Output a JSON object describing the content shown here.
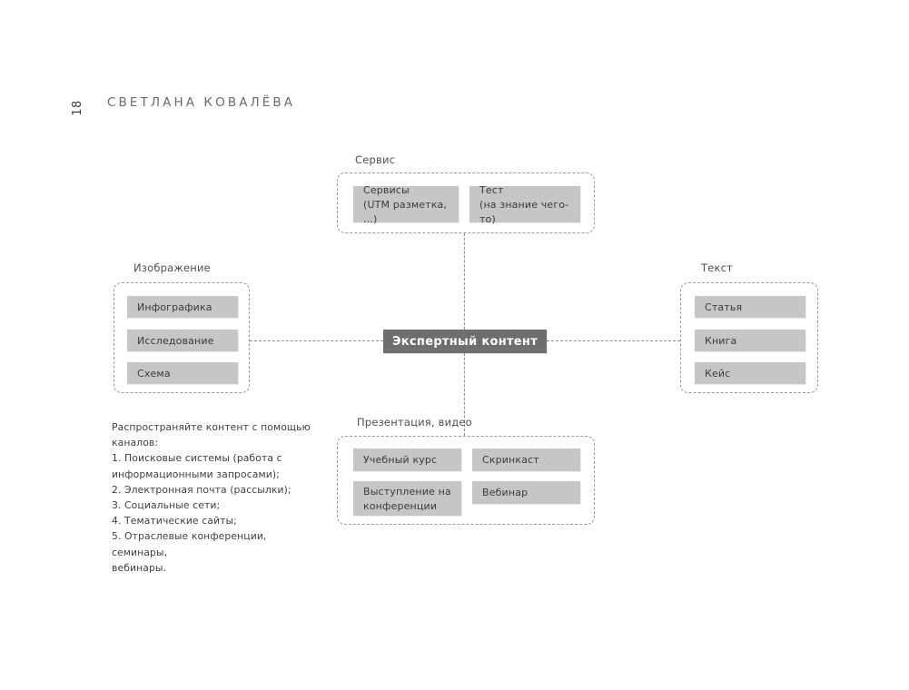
{
  "page": {
    "number": "18",
    "author": "СВЕТЛАНА КОВАЛЁВА"
  },
  "diagram": {
    "center_label": "Экспертный контент",
    "accent_color": "#6e6e6e",
    "chip_color": "#c6c6c6",
    "line_color": "#8f8f8f",
    "groups": [
      {
        "id": "service",
        "label": "Сервис",
        "items": [
          {
            "line1": "Сервисы",
            "line2": "(UTM разметка, ...)"
          },
          {
            "line1": "Тест",
            "line2": "(на знание чего-то)"
          }
        ]
      },
      {
        "id": "image",
        "label": "Изображение",
        "items": [
          {
            "line1": "Инфографика",
            "line2": ""
          },
          {
            "line1": "Исследование",
            "line2": ""
          },
          {
            "line1": "Схема",
            "line2": ""
          }
        ]
      },
      {
        "id": "text",
        "label": "Текст",
        "items": [
          {
            "line1": "Статья",
            "line2": ""
          },
          {
            "line1": "Книга",
            "line2": ""
          },
          {
            "line1": "Кейс",
            "line2": ""
          }
        ]
      },
      {
        "id": "presentation",
        "label": "Презентация, видео",
        "items": [
          {
            "line1": "Учебный курс",
            "line2": ""
          },
          {
            "line1": "Скринкаст",
            "line2": ""
          },
          {
            "line1": "Выступление на",
            "line2": "конференции"
          },
          {
            "line1": "Вебинар",
            "line2": ""
          }
        ]
      }
    ]
  },
  "channels": {
    "lead": "Распространяйте контент с помощью каналов:",
    "lines": [
      "1. Поисковые системы (работа с",
      "информационными запросами);",
      "2. Электронная почта (рассылки);",
      "3. Социальные сети;",
      "4. Тематические сайты;",
      "5. Отраслевые конференции, семинары,",
      "вебинары."
    ]
  }
}
